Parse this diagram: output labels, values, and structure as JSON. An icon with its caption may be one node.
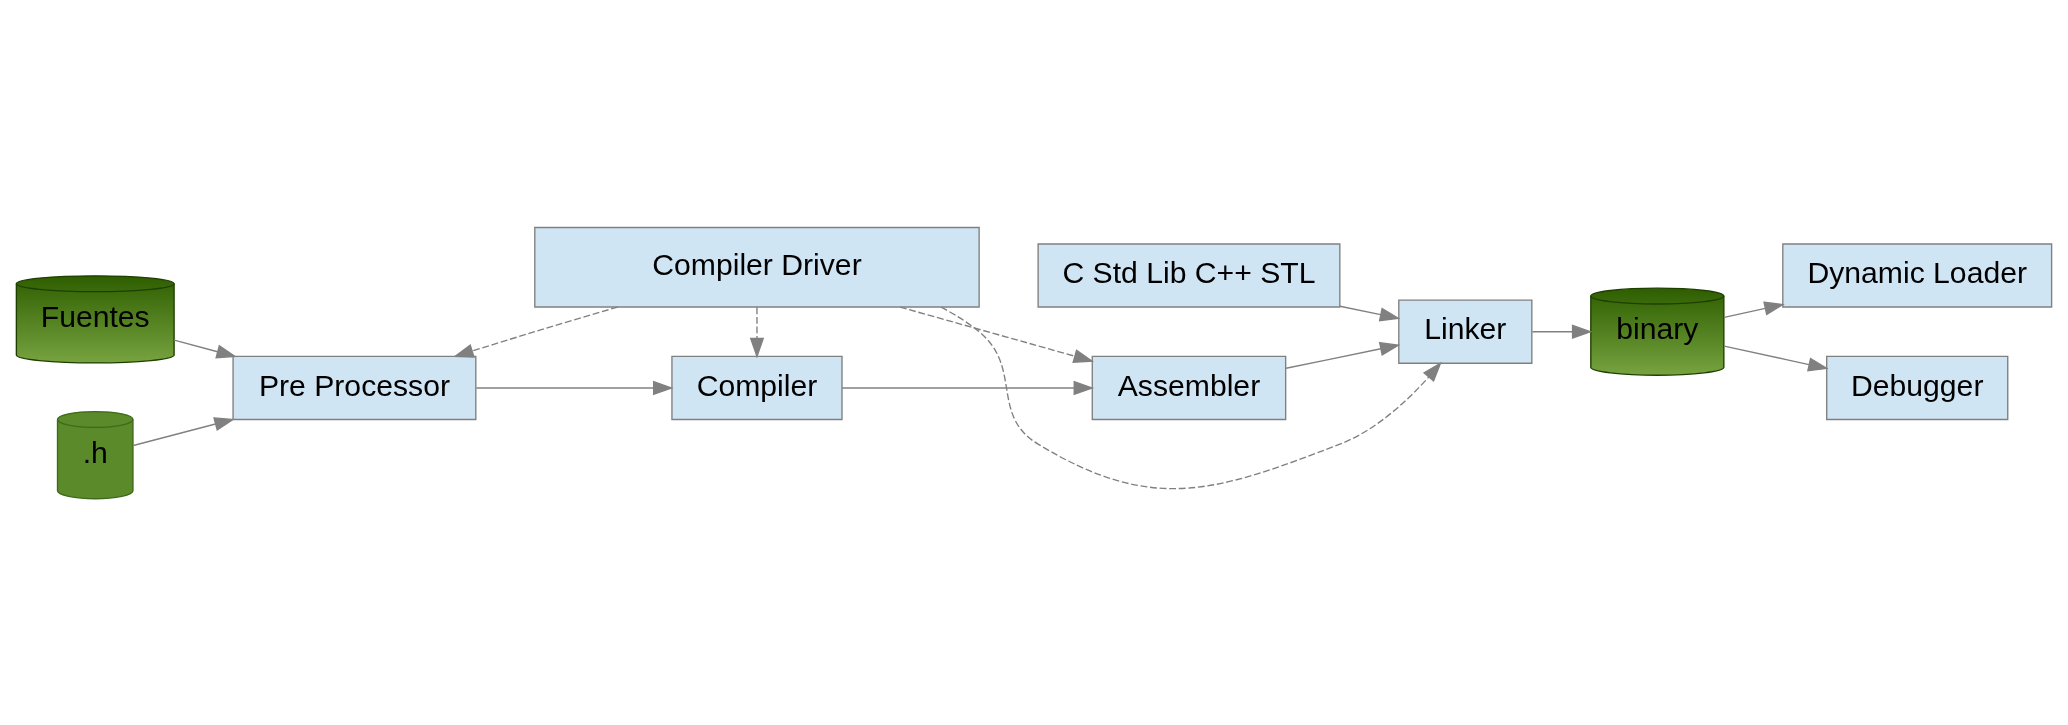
{
  "diagram": {
    "nodes": [
      {
        "text": [
          "Compiler Driver"
        ]
      },
      {
        "text": [
          "Fuentes"
        ]
      },
      {
        "text": [
          "Pre Processor"
        ]
      },
      {
        "text": [
          "Compiler"
        ]
      },
      {
        "text": [
          "Assembler"
        ]
      },
      {
        "text": [
          "Linker"
        ]
      },
      {
        "text": [
          "binary"
        ]
      },
      {
        "text": [
          ".h"
        ]
      },
      {
        "text": [
          "C Std Lib C++ STL"
        ]
      },
      {
        "text": [
          "Dynamic Loader"
        ]
      },
      {
        "text": [
          "Debugger"
        ]
      }
    ],
    "edges": [
      {
        "from": 0,
        "to": 2,
        "arrow": "to",
        "style": "dashed"
      },
      {
        "from": 0,
        "to": 3,
        "arrow": "to",
        "style": "dashed"
      },
      {
        "from": 0,
        "to": 4,
        "arrow": "to",
        "style": "dashed"
      },
      {
        "from": 0,
        "to": 5,
        "arrow": "to",
        "style": "dashed"
      },
      {
        "from": 1,
        "to": 2,
        "arrow": "to"
      },
      {
        "from": 2,
        "to": 3,
        "arrow": "to"
      },
      {
        "from": 3,
        "to": 4,
        "arrow": "to"
      },
      {
        "from": 4,
        "to": 5,
        "arrow": "to"
      },
      {
        "from": 5,
        "to": 6,
        "arrow": "to"
      },
      {
        "from": 7,
        "to": 2,
        "arrow": "to"
      },
      {
        "from": 8,
        "to": 5,
        "arrow": "to"
      },
      {
        "from": 6,
        "to": 9,
        "arrow": "to"
      },
      {
        "from": 6,
        "to": 10,
        "arrow": "to"
      }
    ]
  }
}
